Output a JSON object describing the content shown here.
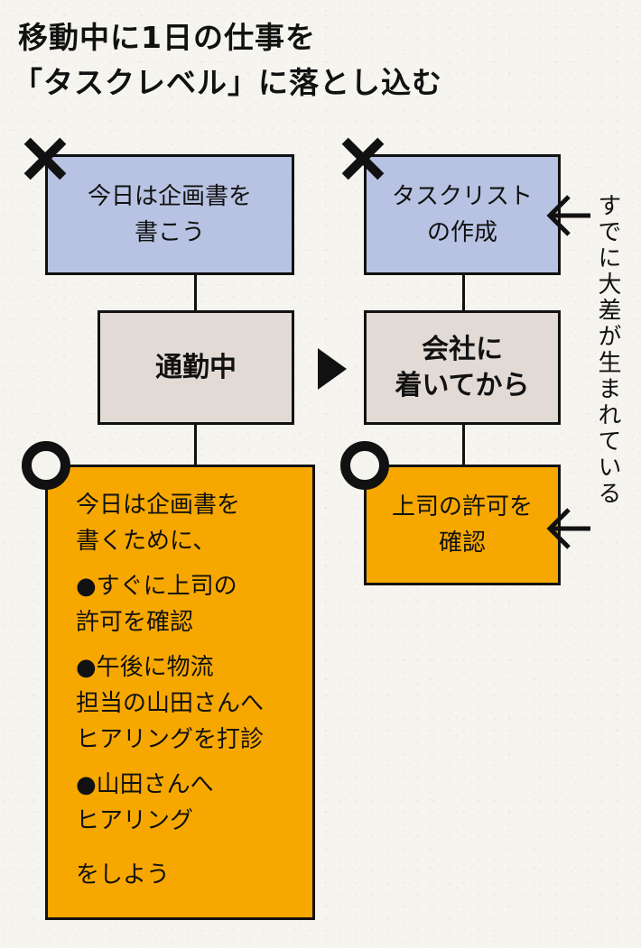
{
  "title": {
    "line1": "移動中に1日の仕事を",
    "line2": "「タスクレベル」に落とし込む"
  },
  "left_column": {
    "top_box": {
      "marker": "cross-icon",
      "lines": [
        "今日は企画書を",
        "書こう"
      ]
    },
    "middle_box": {
      "lines": [
        "通勤中"
      ]
    },
    "bottom_box": {
      "marker": "circle-icon",
      "intro": [
        "今日は企画書を",
        "書くために、"
      ],
      "bullets": [
        {
          "lines": [
            "●すぐに上司の",
            "許可を確認"
          ]
        },
        {
          "lines": [
            "●午後に物流",
            "担当の山田さんへ",
            "ヒアリングを打診"
          ]
        },
        {
          "lines": [
            "●山田さんへ",
            "ヒアリング"
          ]
        }
      ],
      "closing": "をしよう"
    }
  },
  "transition_arrow": "right-triangle-icon",
  "right_column": {
    "top_box": {
      "marker": "cross-icon",
      "lines": [
        "タスクリスト",
        "の作成"
      ]
    },
    "middle_box": {
      "lines": [
        "会社に",
        "着いてから"
      ]
    },
    "bottom_box": {
      "marker": "circle-icon",
      "lines": [
        "上司の許可を",
        "確認"
      ]
    }
  },
  "side_note": "すでに大差が生まれている",
  "colors": {
    "background": "#f6f4ef",
    "bad_box": "#b8c3e3",
    "timing_box": "#e2dbd5",
    "good_box": "#f7a800",
    "ink": "#111111"
  }
}
